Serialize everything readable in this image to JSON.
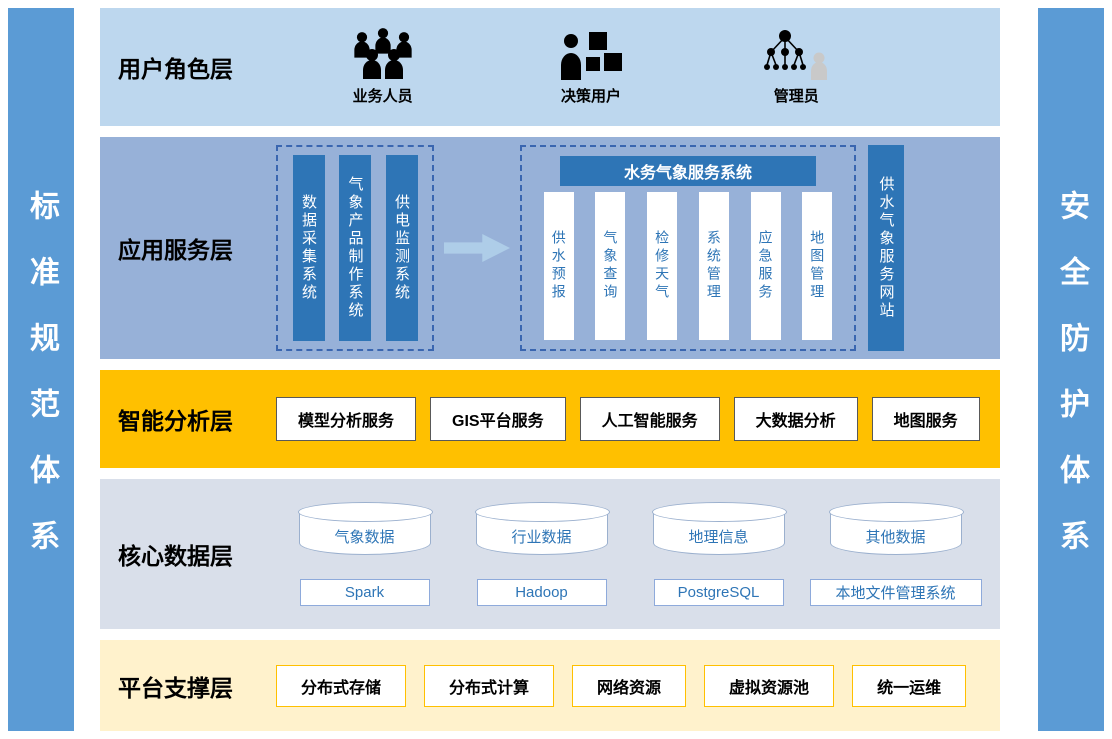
{
  "pillars": {
    "left": "标准规范体系",
    "right": "安全防护体系"
  },
  "user_layer": {
    "title": "用户角色层",
    "roles": [
      {
        "label": "业务人员",
        "icon": "business-users-icon"
      },
      {
        "label": "决策用户",
        "icon": "decision-user-icon"
      },
      {
        "label": "管理员",
        "icon": "admin-network-icon"
      }
    ]
  },
  "app_layer": {
    "title": "应用服务层",
    "source_systems": [
      "数据采集系统",
      "气象产品制作系统",
      "供电监测系统"
    ],
    "service_system_title": "水务气象服务系统",
    "modules": [
      "供水预报",
      "气象查询",
      "检修天气",
      "系统管理",
      "应急服务",
      "地图管理"
    ],
    "website": "供水气象服务网站"
  },
  "analysis_layer": {
    "title": "智能分析层",
    "services": [
      "模型分析服务",
      "GIS平台服务",
      "人工智能服务",
      "大数据分析",
      "地图服务"
    ]
  },
  "data_layer": {
    "title": "核心数据层",
    "databases": [
      "气象数据",
      "行业数据",
      "地理信息",
      "其他数据"
    ],
    "stores": [
      "Spark",
      "Hadoop",
      "PostgreSQL",
      "本地文件管理系统"
    ]
  },
  "platform_layer": {
    "title": "平台支撑层",
    "items": [
      "分布式存储",
      "分布式计算",
      "网络资源",
      "虚拟资源池",
      "统一运维"
    ]
  },
  "colors": {
    "pillar_blue": "#5B9BD5",
    "user_layer_bg": "#BDD7EE",
    "app_layer_bg": "#97B1D8",
    "dark_bar_blue": "#2E75B6",
    "analysis_layer_bg": "#FFC000",
    "data_layer_bg": "#D9DFEA",
    "platform_layer_bg": "#FFF2CC"
  }
}
